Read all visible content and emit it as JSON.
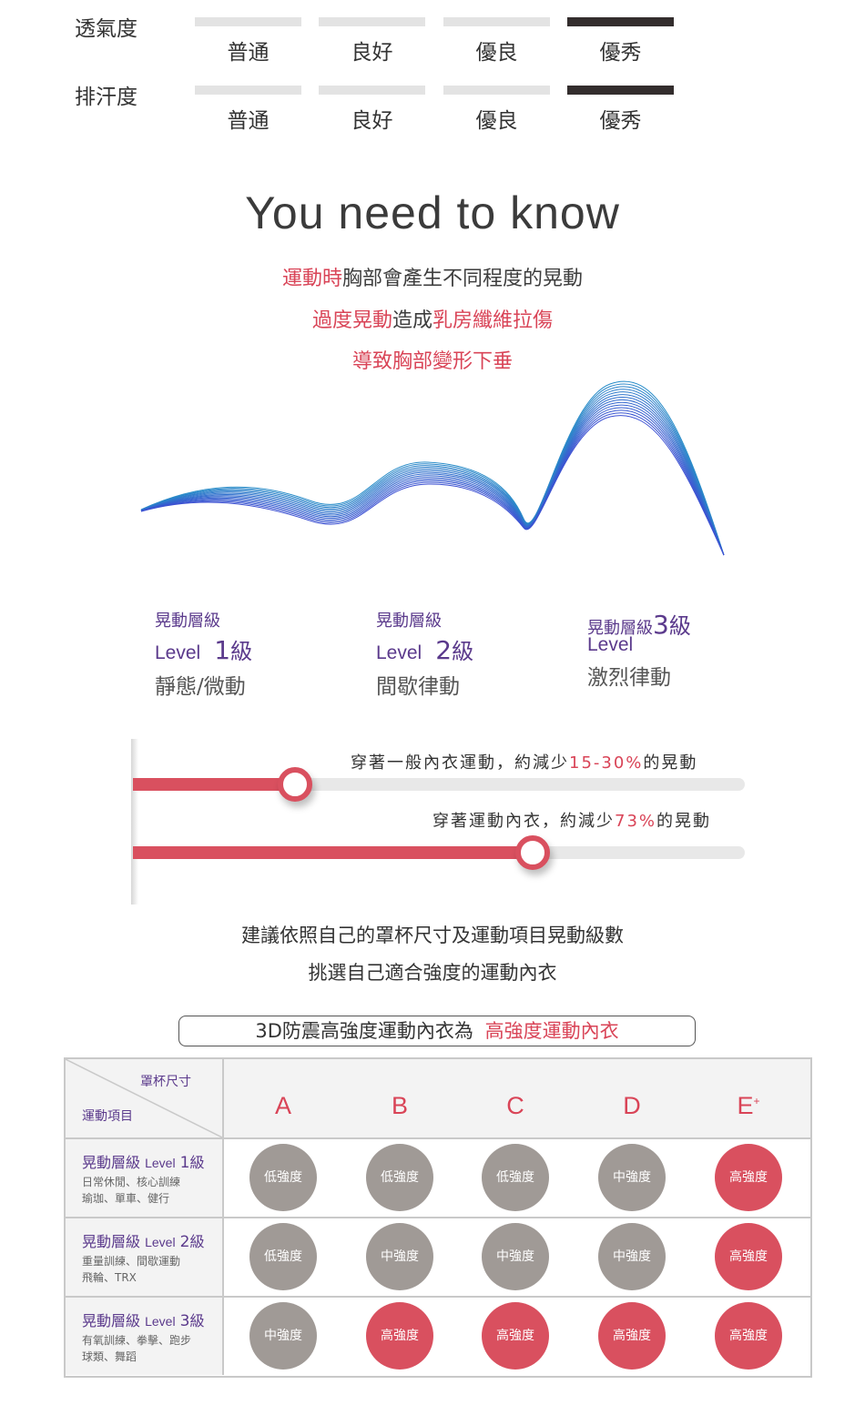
{
  "ratings": [
    {
      "label": "透氣度",
      "levels": [
        "普通",
        "良好",
        "優良",
        "優秀"
      ],
      "selected": 3
    },
    {
      "label": "排汗度",
      "levels": [
        "普通",
        "良好",
        "優良",
        "優秀"
      ],
      "selected": 3
    }
  ],
  "headline": "You need to know",
  "intro": {
    "line1_red": "運動時",
    "line1_rest": "胸部會產生不同程度的晃動",
    "line2_red1": "過度晃動",
    "line2_mid": "造成",
    "line2_red2": "乳房纖維拉傷",
    "line3_red": "導致胸部變形下垂"
  },
  "levels": [
    {
      "name": "晃動層級",
      "prefix": "Level",
      "num": "1",
      "unit": "級",
      "desc": "靜態/微動"
    },
    {
      "name": "晃動層級",
      "prefix": "Level",
      "num": "2",
      "unit": "級",
      "desc": "間歇律動"
    },
    {
      "name": "晃動層級",
      "prefix": "Level",
      "num": "3",
      "unit": "級",
      "desc": "激烈律動"
    }
  ],
  "reductions": [
    {
      "text_before": "穿著一般內衣運動，約減少",
      "value": "15-30%",
      "text_after": "的晃動"
    },
    {
      "text_before": "穿著運動內衣，約減少",
      "value": "73%",
      "text_after": "的晃動"
    }
  ],
  "advice": {
    "line1": "建議依照自己的罩杯尺寸及運動項目晃動級數",
    "line2": "挑選自己適合強度的運動內衣"
  },
  "pill": {
    "prefix": "3D防震高強度運動內衣為",
    "highlight": "高強度運動內衣"
  },
  "table": {
    "corner_top": "罩杯尺寸",
    "corner_bottom": "運動項目",
    "sizes": [
      "A",
      "B",
      "C",
      "D",
      "E"
    ],
    "size_sup": "+",
    "rows": [
      {
        "title": "晃動層級",
        "lv": "Level",
        "n": "1",
        "unit": "級",
        "sub1": "日常休閒、核心訓練",
        "sub2": "瑜珈、單車、健行",
        "cells": [
          "低強度",
          "低強度",
          "低強度",
          "中強度",
          "高強度"
        ]
      },
      {
        "title": "晃動層級",
        "lv": "Level",
        "n": "2",
        "unit": "級",
        "sub1": "重量訓練、間歇運動",
        "sub2": "飛輪、TRX",
        "cells": [
          "低強度",
          "中強度",
          "中強度",
          "中強度",
          "高強度"
        ]
      },
      {
        "title": "晃動層級",
        "lv": "Level",
        "n": "3",
        "unit": "級",
        "sub1": "有氧訓練、拳擊、跑步",
        "sub2": "球類、舞蹈",
        "cells": [
          "中強度",
          "高強度",
          "高強度",
          "高強度",
          "高強度"
        ]
      }
    ]
  },
  "colors": {
    "accent_red": "#d94457",
    "purple": "#5b3a8c",
    "dark_bar": "#332d2d",
    "gray_circle": "#a09a96"
  }
}
